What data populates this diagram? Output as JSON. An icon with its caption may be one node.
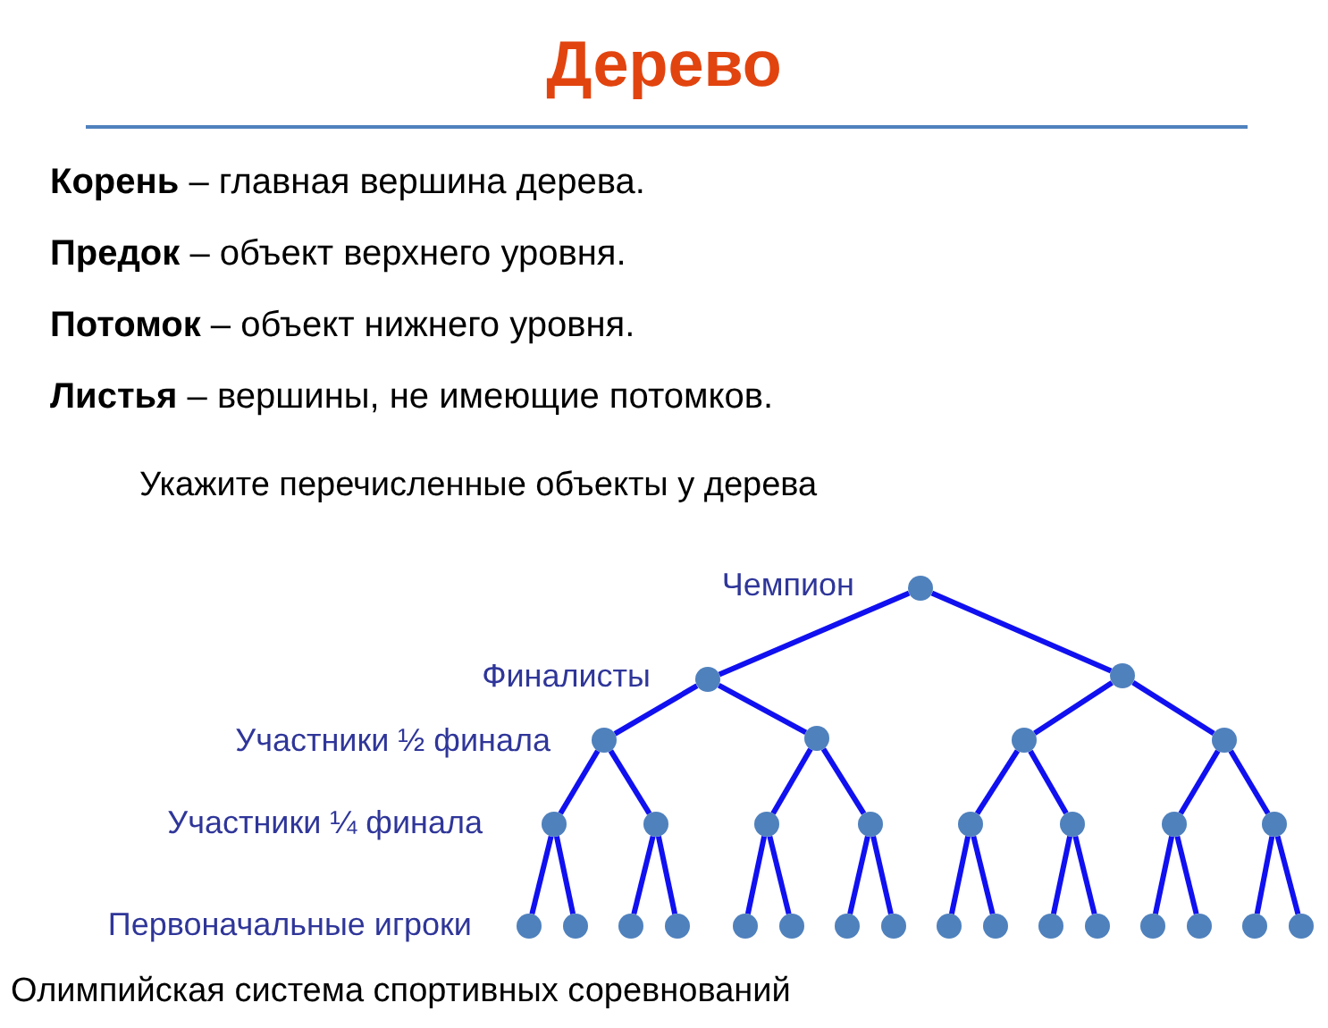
{
  "diagram": {
    "title": "Дерево",
    "caption": "Олимпийская система спортивных соревнований",
    "labels": [
      "**Корень** – главная вершина дерева.",
      "**Предок** – объект верхнего уровня.",
      "**Потомок** – объект нижнего уровня.",
      "**Листья** – вершины, не имеющие потомков.",
      "Укажите перечисленные объекты у дерева",
      "Чемпион",
      "Финалисты",
      "Участники ½ финала",
      "Участники ¼ финала",
      "Первоначальные игроки"
    ],
    "nodes": [
      {
        "text": [],
        "shape": "circle"
      },
      {
        "text": [],
        "shape": "circle"
      },
      {
        "text": [],
        "shape": "circle"
      },
      {
        "text": [],
        "shape": "circle"
      },
      {
        "text": [],
        "shape": "circle"
      },
      {
        "text": [],
        "shape": "circle"
      },
      {
        "text": [],
        "shape": "circle"
      },
      {
        "text": [],
        "shape": "circle"
      },
      {
        "text": [],
        "shape": "circle"
      },
      {
        "text": [],
        "shape": "circle"
      },
      {
        "text": [],
        "shape": "circle"
      },
      {
        "text": [],
        "shape": "circle"
      },
      {
        "text": [],
        "shape": "circle"
      },
      {
        "text": [],
        "shape": "circle"
      },
      {
        "text": [],
        "shape": "circle"
      },
      {
        "text": [],
        "shape": "circle"
      },
      {
        "text": [],
        "shape": "circle"
      },
      {
        "text": [],
        "shape": "circle"
      },
      {
        "text": [],
        "shape": "circle"
      },
      {
        "text": [],
        "shape": "circle"
      },
      {
        "text": [],
        "shape": "circle"
      },
      {
        "text": [],
        "shape": "circle"
      },
      {
        "text": [],
        "shape": "circle"
      },
      {
        "text": [],
        "shape": "circle"
      },
      {
        "text": [],
        "shape": "circle"
      },
      {
        "text": [],
        "shape": "circle"
      },
      {
        "text": [],
        "shape": "circle"
      },
      {
        "text": [],
        "shape": "circle"
      },
      {
        "text": [],
        "shape": "circle"
      },
      {
        "text": [],
        "shape": "circle"
      },
      {
        "text": [],
        "shape": "circle"
      }
    ],
    "edges": [
      {
        "from": 0,
        "to": 1,
        "arrow": "none"
      },
      {
        "from": 0,
        "to": 2,
        "arrow": "none"
      },
      {
        "from": 1,
        "to": 3,
        "arrow": "none"
      },
      {
        "from": 1,
        "to": 4,
        "arrow": "none"
      },
      {
        "from": 2,
        "to": 5,
        "arrow": "none"
      },
      {
        "from": 2,
        "to": 6,
        "arrow": "none"
      },
      {
        "from": 3,
        "to": 7,
        "arrow": "none"
      },
      {
        "from": 3,
        "to": 8,
        "arrow": "none"
      },
      {
        "from": 4,
        "to": 9,
        "arrow": "none"
      },
      {
        "from": 4,
        "to": 10,
        "arrow": "none"
      },
      {
        "from": 5,
        "to": 11,
        "arrow": "none"
      },
      {
        "from": 5,
        "to": 12,
        "arrow": "none"
      },
      {
        "from": 6,
        "to": 13,
        "arrow": "none"
      },
      {
        "from": 6,
        "to": 14,
        "arrow": "none"
      },
      {
        "from": 7,
        "to": 15,
        "arrow": "none"
      },
      {
        "from": 7,
        "to": 16,
        "arrow": "none"
      },
      {
        "from": 8,
        "to": 17,
        "arrow": "none"
      },
      {
        "from": 8,
        "to": 18,
        "arrow": "none"
      },
      {
        "from": 9,
        "to": 19,
        "arrow": "none"
      },
      {
        "from": 9,
        "to": 20,
        "arrow": "none"
      },
      {
        "from": 10,
        "to": 21,
        "arrow": "none"
      },
      {
        "from": 10,
        "to": 22,
        "arrow": "none"
      },
      {
        "from": 11,
        "to": 23,
        "arrow": "none"
      },
      {
        "from": 11,
        "to": 24,
        "arrow": "none"
      },
      {
        "from": 12,
        "to": 25,
        "arrow": "none"
      },
      {
        "from": 12,
        "to": 26,
        "arrow": "none"
      },
      {
        "from": 13,
        "to": 27,
        "arrow": "none"
      },
      {
        "from": 13,
        "to": 28,
        "arrow": "none"
      },
      {
        "from": 14,
        "to": 29,
        "arrow": "none"
      },
      {
        "from": 14,
        "to": 30,
        "arrow": "none"
      }
    ]
  }
}
